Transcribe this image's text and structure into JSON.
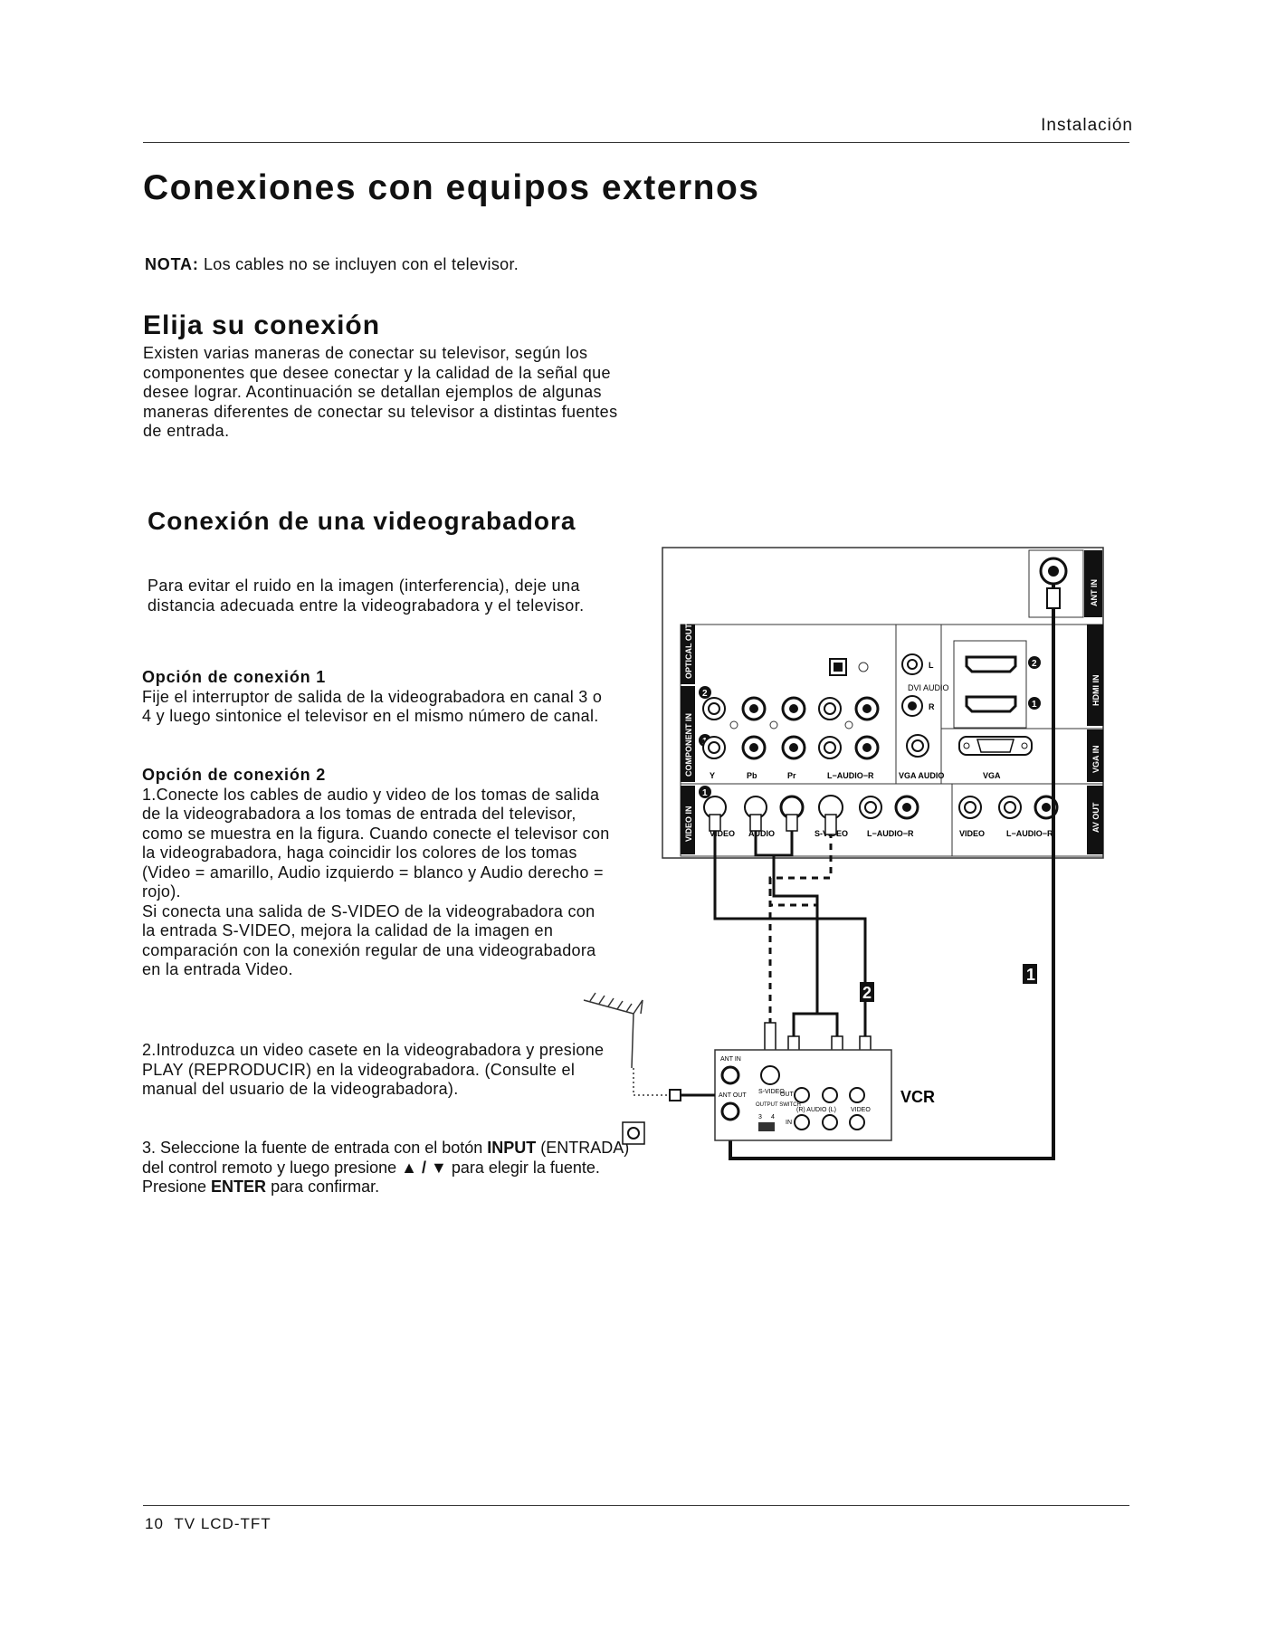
{
  "header": {
    "section": "Instalación"
  },
  "title": "Conexiones con equipos externos",
  "note": {
    "label": "NOTA:",
    "text": " Los cables no se incluyen con el televisor."
  },
  "choose": {
    "heading": "Elija su conexión",
    "body": "Existen varias maneras de conectar su televisor, según los componentes que desee conectar y la calidad de la señal que desee lograr. Acontinuación se detallan ejemplos de algunas maneras diferentes de conectar su televisor a distintas fuentes de entrada."
  },
  "vcr_section": {
    "heading": "Conexión de una videograbadora",
    "intro": "Para evitar el ruido en la imagen (interferencia), deje una distancia adecuada entre la videograbadora y el televisor.",
    "option1": {
      "title": "Opción de conexión 1",
      "text": "Fije el interruptor de salida de la videograbadora en canal 3 o 4 y luego sintonice el televisor en el mismo número de canal."
    },
    "option2": {
      "title": "Opción de conexión 2",
      "text": "1.Conecte los cables de audio y video de los tomas de salida de la videograbadora a los tomas de entrada del televisor, como se muestra en la figura. Cuando conecte el televisor con la videograbadora, haga coincidir los colores de los tomas (Video = amarillo, Audio izquierdo = blanco y Audio derecho = rojo).",
      "text_b": "Si conecta una salida de S-VIDEO de la videograbadora con la entrada S-VIDEO, mejora la calidad de la imagen en comparación con la conexión regular de una videograbadora en la entrada Video."
    },
    "step2": "2.Introduzca un video casete en la videograbadora y presione PLAY (REPRODUCIR) en la videograbadora. (Consulte el manual del usuario de la videograbadora).",
    "step3": {
      "pre": "3. Seleccione la fuente de entrada con el botón ",
      "input": "INPUT",
      "mid": " (ENTRADA) del control remoto y luego presione ",
      "arrows": "▲ / ▼",
      "post": " para elegir la fuente. Presione ",
      "enter": "ENTER",
      "end": " para confirmar."
    }
  },
  "diagram": {
    "tv_labels": {
      "ant_in": "ANT IN",
      "optical_out": "OPTICAL OUT",
      "hdmi_in": "HDMI IN",
      "component_in": "COMPONENT IN",
      "vga_in": "VGA IN",
      "video_in": "VIDEO IN",
      "av_out": "AV OUT",
      "dvi_audio": "DVI AUDIO",
      "l": "L",
      "r": "R",
      "y": "Y",
      "pb": "Pb",
      "pr": "Pr",
      "l_audio_r": "L−AUDIO−R",
      "vga_audio": "VGA AUDIO",
      "vga": "VGA",
      "video": "VIDEO",
      "audio": "AUDIO",
      "s_video": "S-VIDEO",
      "num1": "1",
      "num2": "2"
    },
    "vcr_labels": {
      "name": "VCR",
      "ant_in": "ANT IN",
      "ant_out": "ANT OUT",
      "s_video": "S-VIDEO",
      "out": "OUT",
      "in": "IN",
      "output_switch": "OUTPUT SWITCH",
      "ch3": "3",
      "ch4": "4",
      "audio_rl": "(R) AUDIO (L)",
      "video": "VIDEO"
    },
    "callouts": {
      "cable1": "1",
      "cable2": "2"
    }
  },
  "footer": {
    "page": "10",
    "product": "TV LCD-TFT"
  }
}
